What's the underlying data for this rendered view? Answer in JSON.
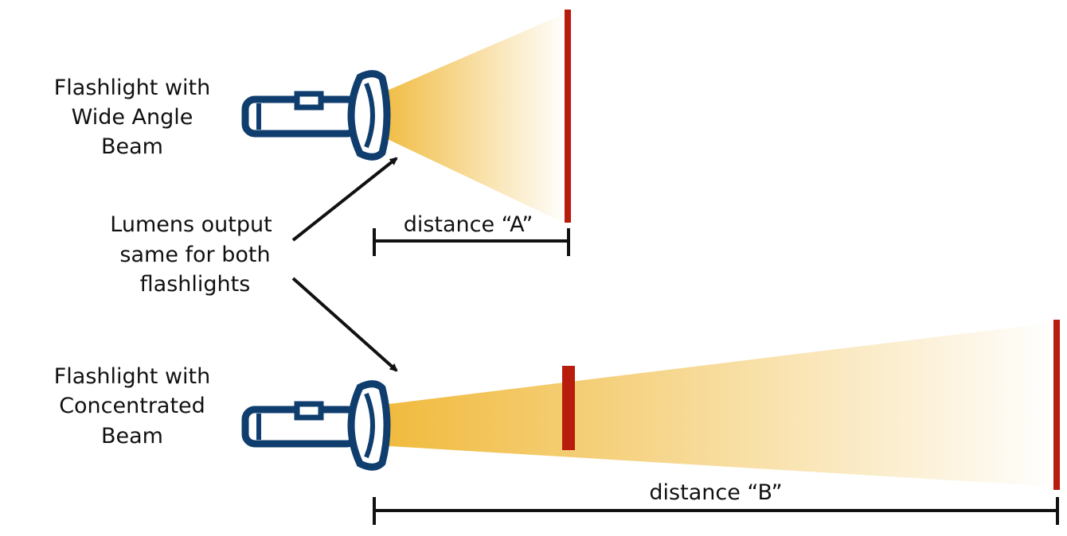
{
  "labels": {
    "wide_line1": "Flashlight with",
    "wide_line2": "Wide Angle",
    "wide_line3": "Beam",
    "conc_line1": "Flashlight with",
    "conc_line2": "Concentrated",
    "conc_line3": "Beam",
    "lumens_line1": "Lumens output",
    "lumens_line2": "same for both",
    "lumens_line3": "flashlights",
    "distance_a": "distance “A”",
    "distance_b": "distance “B”"
  },
  "colors": {
    "flashlight_body": "#0f3d6e",
    "beam_start": "#f0b93a",
    "beam_end": "#ffffff",
    "target_line": "#b71c0c",
    "ink": "#111111"
  },
  "icons": {
    "flashlight": "flashlight-icon",
    "arrow": "arrow-icon"
  }
}
